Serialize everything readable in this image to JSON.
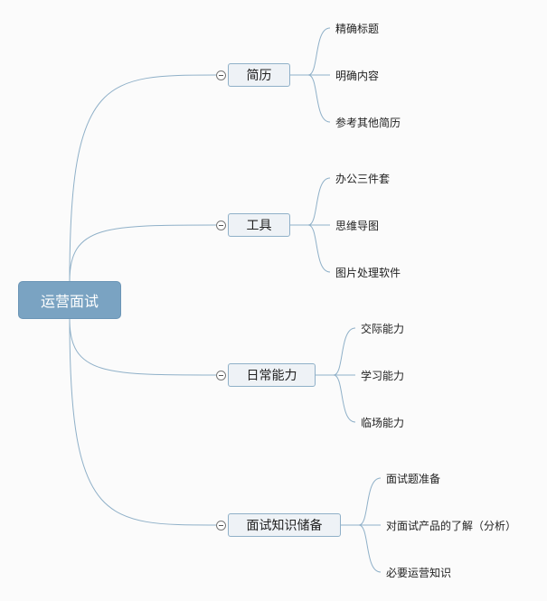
{
  "root": {
    "label": "运营面试"
  },
  "branches": [
    {
      "label": "简历",
      "children": [
        "精确标题",
        "明确内容",
        "参考其他简历"
      ]
    },
    {
      "label": "工具",
      "children": [
        "办公三件套",
        "思维导图",
        "图片处理软件"
      ]
    },
    {
      "label": "日常能力",
      "children": [
        "交际能力",
        "学习能力",
        "临场能力"
      ]
    },
    {
      "label": "面试知识储备",
      "children": [
        "面试题准备",
        "对面试产品的了解（分析）",
        "必要运营知识"
      ]
    }
  ],
  "colors": {
    "root_fill": "#7aa3c2",
    "line": "#8fb0c8",
    "branch_fill": "#eef2f6"
  }
}
